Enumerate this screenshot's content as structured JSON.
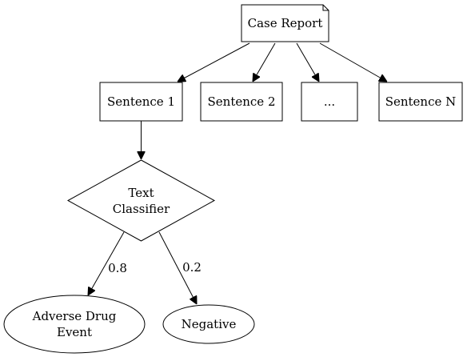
{
  "nodes": {
    "case_report": "Case Report",
    "sentence_1": "Sentence 1",
    "sentence_2": "Sentence 2",
    "ellipsis": "...",
    "sentence_n": "Sentence N",
    "classifier_line1": "Text",
    "classifier_line2": "Classifier",
    "adverse_line1": "Adverse Drug",
    "adverse_line2": "Event",
    "negative": "Negative"
  },
  "edges": {
    "adverse_prob": "0.8",
    "negative_prob": "0.2"
  }
}
